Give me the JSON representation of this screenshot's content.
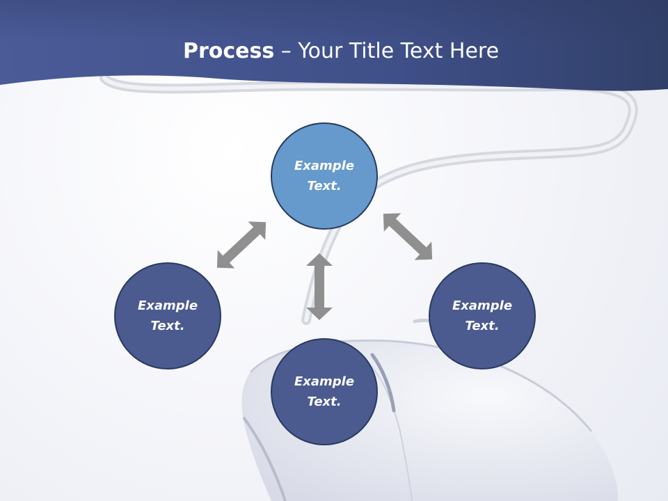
{
  "title": {
    "bold": "Process",
    "rest": " – Your Title Text Here"
  },
  "nodes": {
    "top": "Example\nText.",
    "left": "Example\nText.",
    "right": "Example\nText.",
    "bottom": "Example\nText."
  },
  "colors": {
    "header": "#3f4f87",
    "node_fill": "#4b5a8f",
    "node_highlight": "#6699cc",
    "node_border": "#283a61",
    "arrow": "#8f8f8f"
  }
}
